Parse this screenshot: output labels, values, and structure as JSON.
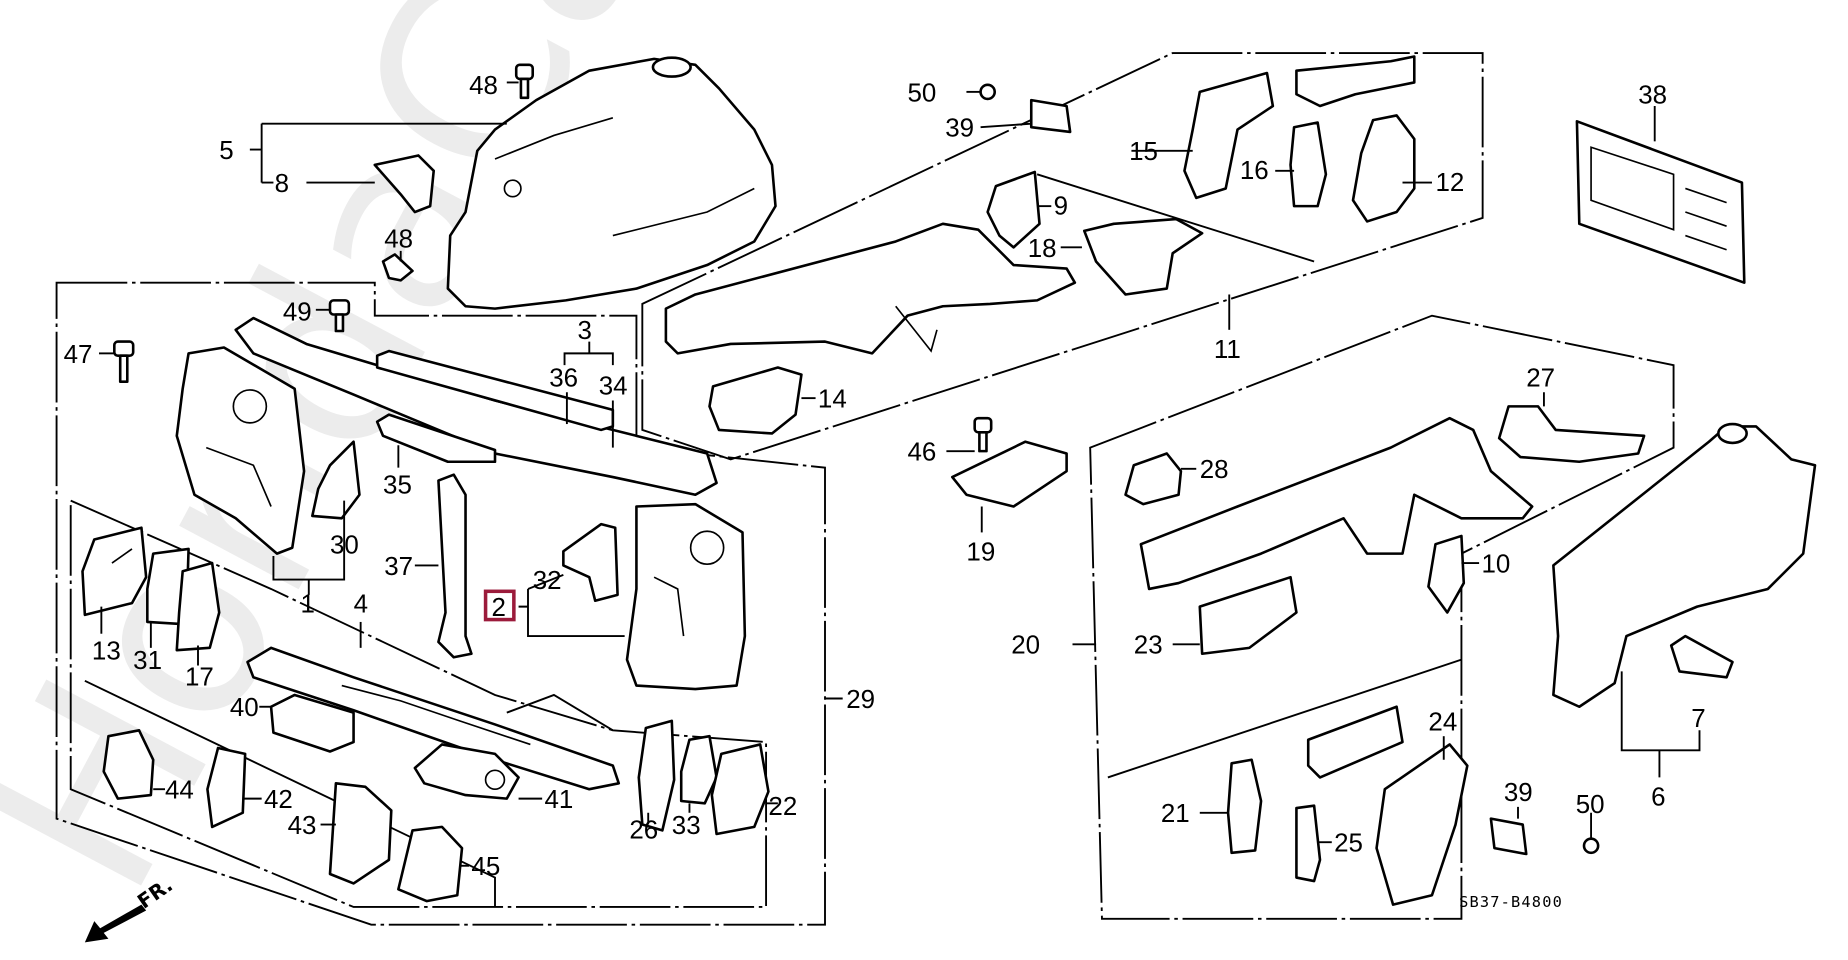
{
  "diagram": {
    "title": "Front bulkhead / wheelhouse / frame exploded parts diagram",
    "watermark": "HondaCarMine.ru",
    "diagram_code": "SB37-B4800",
    "direction_label": "FR.",
    "highlight_color": "#9b1b3b",
    "highlighted_part": "2",
    "labels": {
      "p1": "1",
      "p2": "2",
      "p3": "3",
      "p4": "4",
      "p5": "5",
      "p6": "6",
      "p7": "7",
      "p8": "8",
      "p9": "9",
      "p10": "10",
      "p11": "11",
      "p12": "12",
      "p13": "13",
      "p14": "14",
      "p15": "15",
      "p16": "16",
      "p17": "17",
      "p18": "18",
      "p19": "19",
      "p20": "20",
      "p21": "21",
      "p22": "22",
      "p23": "23",
      "p24": "24",
      "p25": "25",
      "p26": "26",
      "p27": "27",
      "p28": "28",
      "p29": "29",
      "p30": "30",
      "p31": "31",
      "p32": "32",
      "p33": "33",
      "p34": "34",
      "p35": "35",
      "p36": "36",
      "p37": "37",
      "p38": "38",
      "p39a": "39",
      "p39b": "39",
      "p40": "40",
      "p41": "41",
      "p42": "42",
      "p43": "43",
      "p44": "44",
      "p45": "45",
      "p46": "46",
      "p47": "47",
      "p48a": "48",
      "p48b": "48",
      "p49": "49",
      "p50a": "50",
      "p50b": "50"
    }
  }
}
